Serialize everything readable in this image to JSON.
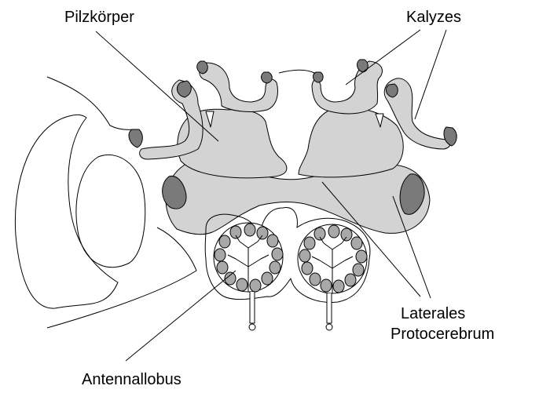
{
  "labels": {
    "mushroom_body": "Pilzkörper",
    "calyces": "Kalyzes",
    "lateral_protocerebrum_line1": "Laterales",
    "lateral_protocerebrum_line2": "Protocerebrum",
    "antennal_lobe": "Antennallobus"
  },
  "colors": {
    "outline": "#000000",
    "light_fill": "#d3d3d3",
    "mid_fill": "#a8a8a8",
    "dark_fill": "#7a7a7a",
    "background": "#ffffff"
  }
}
